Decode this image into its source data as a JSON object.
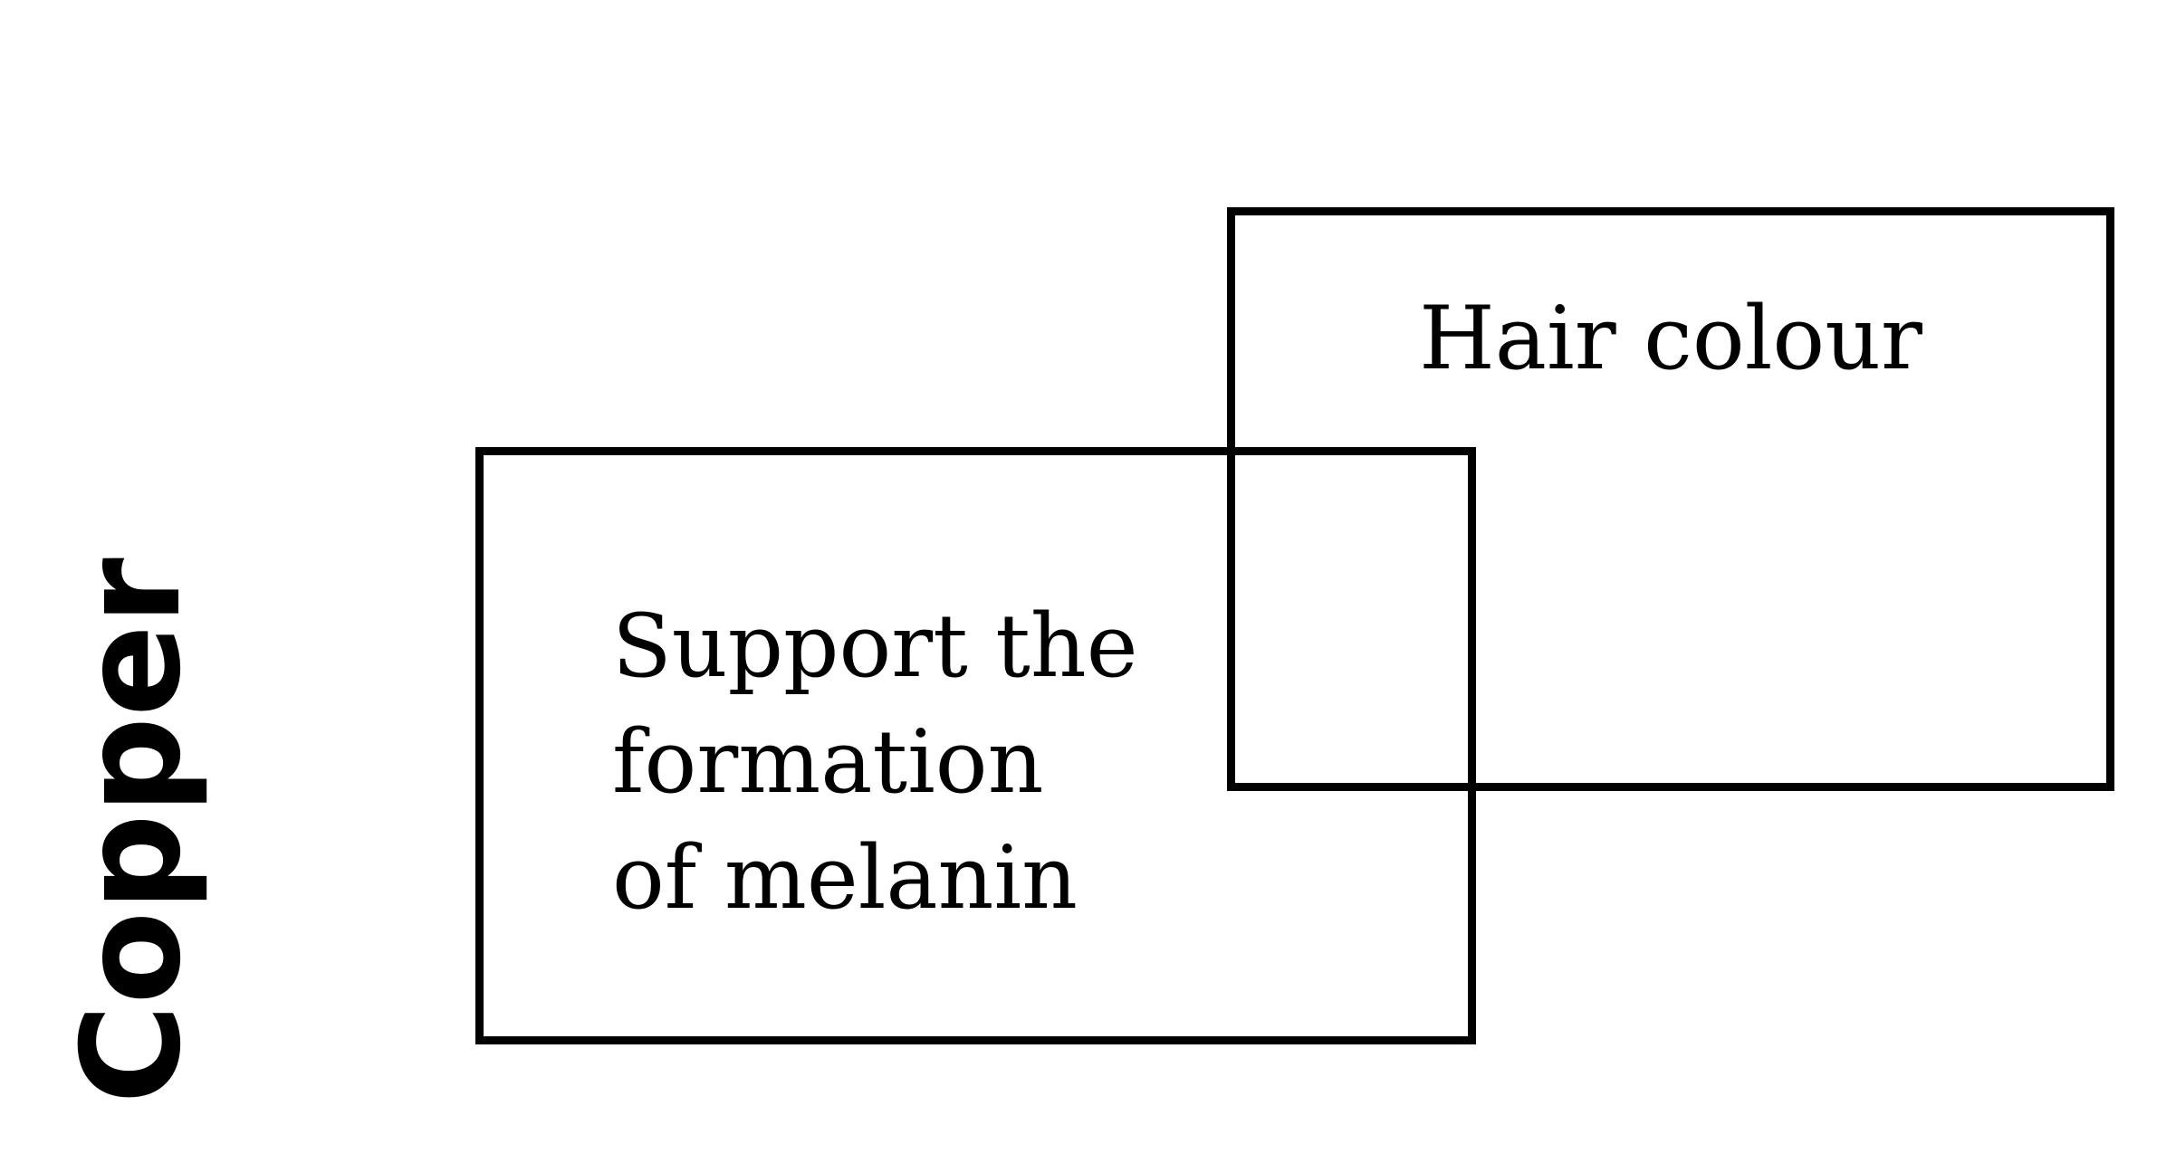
{
  "diagram": {
    "side_label": "Copper",
    "boxes": [
      {
        "label": "Hair colour"
      },
      {
        "label": "Support the\nformation\nof melanin"
      }
    ]
  }
}
